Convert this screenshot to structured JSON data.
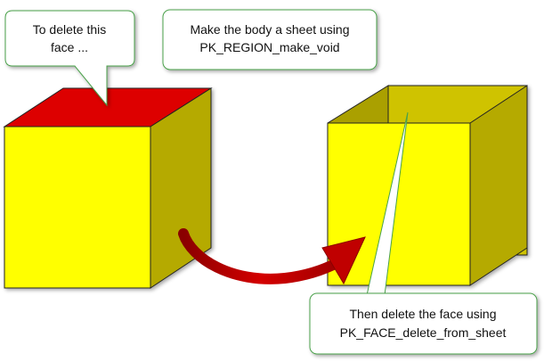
{
  "callouts": {
    "delete_face": {
      "line1": "To delete this",
      "line2": "face ..."
    },
    "make_sheet": {
      "line1": "Make the body a sheet using",
      "line2": "PK_REGION_make_void"
    },
    "delete_from_sheet": {
      "line1": "Then delete the face using",
      "line2": "PK_FACE_delete_from_sheet"
    }
  },
  "colors": {
    "face_front": "#ffff00",
    "face_side": "#b5aa00",
    "face_top_selected": "#dd0000",
    "inner_back": "#cfc300",
    "inner_side": "#e6e000",
    "arrow": "#c00000",
    "callout_border": "#4aa14a"
  }
}
